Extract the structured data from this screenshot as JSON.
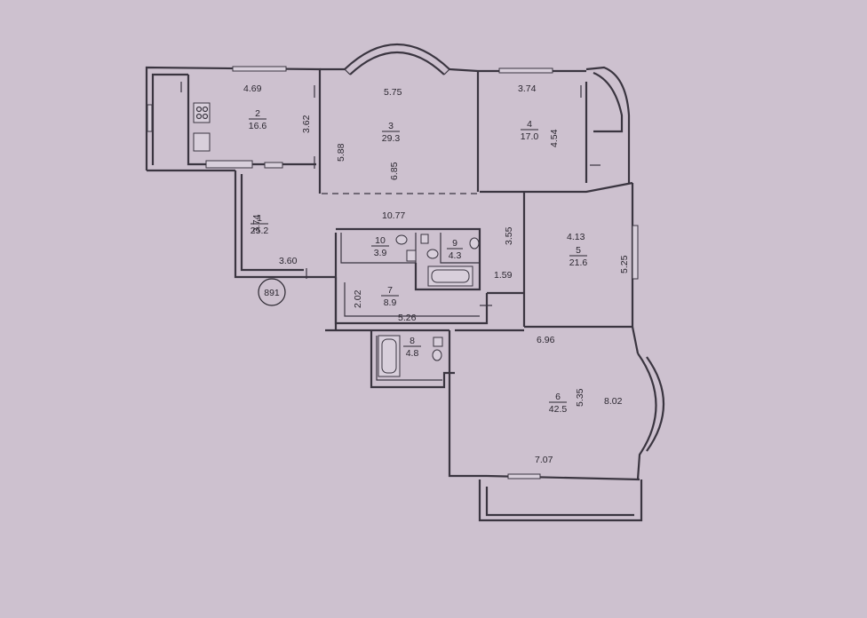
{
  "plan_number": "891",
  "rooms": [
    {
      "number": "1",
      "area": "25.2"
    },
    {
      "number": "2",
      "area": "16.6"
    },
    {
      "number": "3",
      "area": "29.3"
    },
    {
      "number": "4",
      "area": "17.0"
    },
    {
      "number": "5",
      "area": "21.6"
    },
    {
      "number": "6",
      "area": "42.5"
    },
    {
      "number": "7",
      "area": "8.9"
    },
    {
      "number": "8",
      "area": "4.8"
    },
    {
      "number": "9",
      "area": "4.3"
    },
    {
      "number": "10",
      "area": "3.9"
    }
  ],
  "dimensions": {
    "kitchen_width": "4.69",
    "kitchen_depth": "3.62",
    "living_width": "5.75",
    "living_left_depth": "5.88",
    "living_right_depth": "6.85",
    "bed4_width": "3.74",
    "bed4_depth": "4.54",
    "hall_length": "10.77",
    "hall_depth": "3.74",
    "hall_width": "3.60",
    "corridor_depth": "3.55",
    "corridor_width": "1.59",
    "bed5_width": "4.13",
    "bed5_depth": "5.25",
    "dressing_depth": "2.02",
    "dressing_width": "5.26",
    "master_top_width": "6.96",
    "master_depth": "5.35",
    "master_bay_depth": "8.02",
    "master_bottom_width": "7.07"
  }
}
